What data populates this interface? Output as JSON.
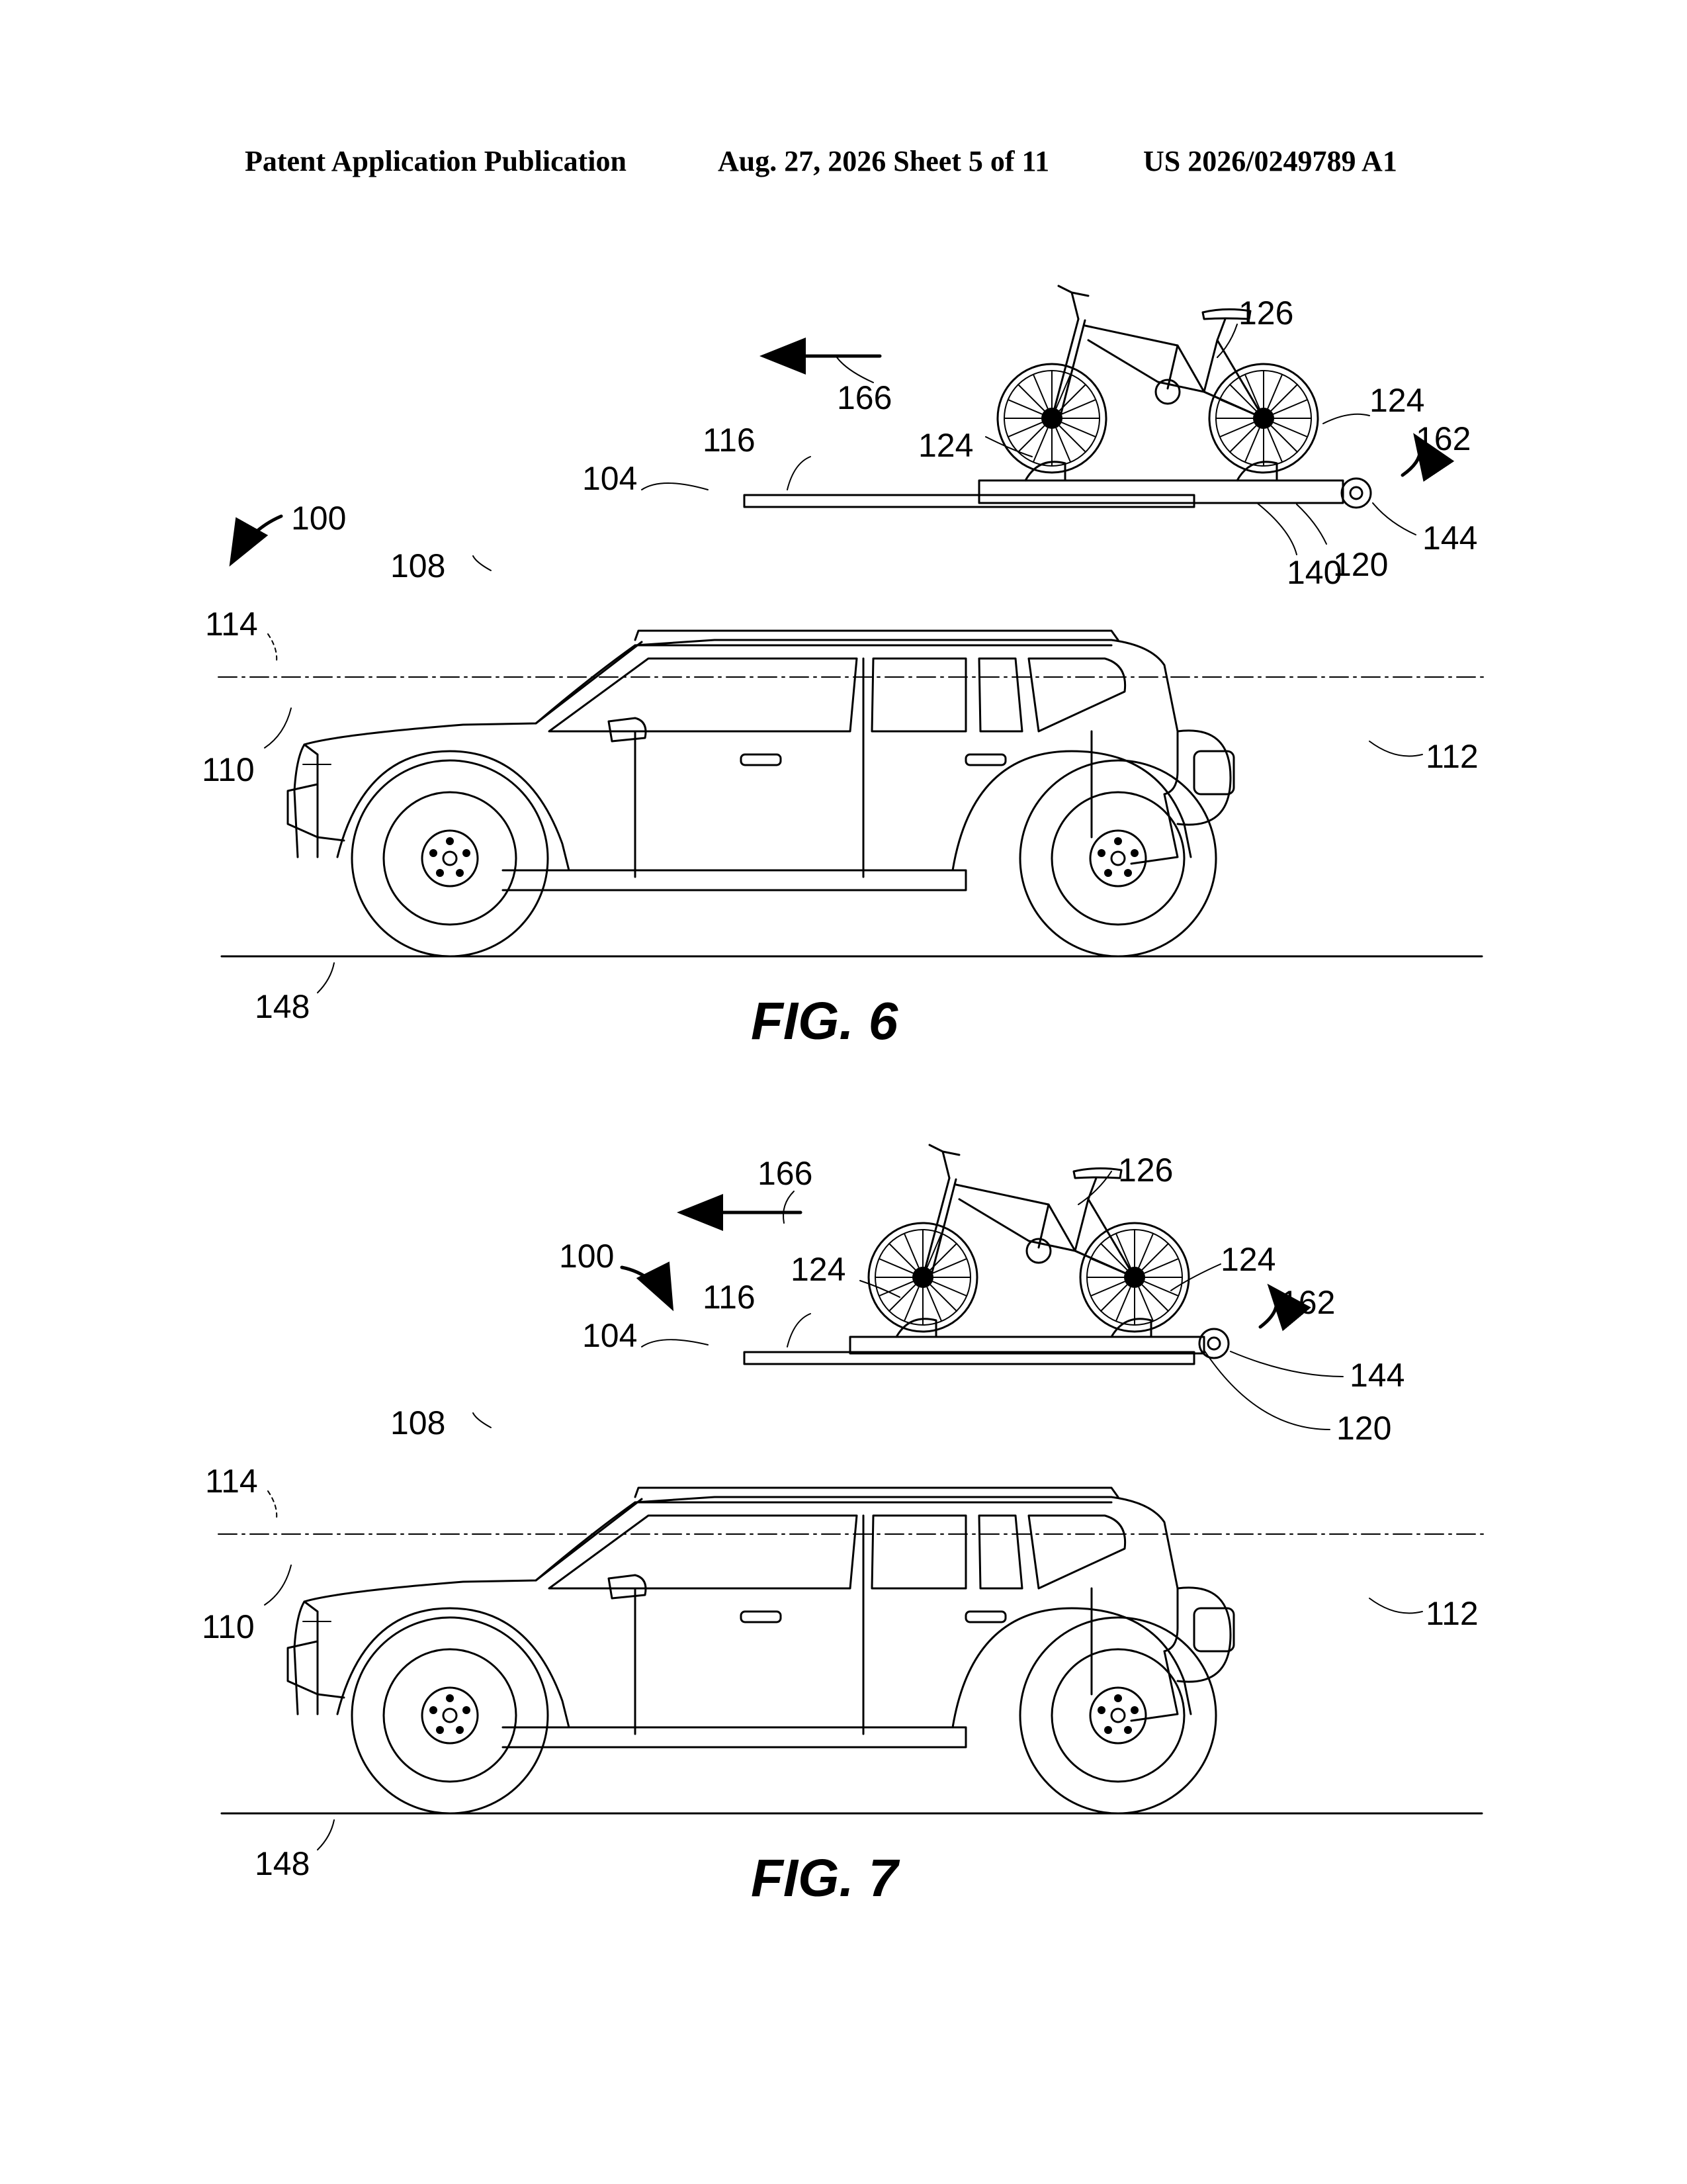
{
  "header": {
    "publication": "Patent Application Publication",
    "date_sheet": "Aug. 27, 2026  Sheet 5 of 11",
    "number": "US 2026/0249789 A1"
  },
  "figures": [
    {
      "caption": "FIG. 6",
      "labels": {
        "vehicle": "100",
        "body": "104",
        "hood": "108",
        "front": "110",
        "rear": "112",
        "axis": "114",
        "rack": "116",
        "arm": "120",
        "wheel_holder_front": "124",
        "wheel_holder_rear": "124",
        "bicycle": "126",
        "arm_link": "140",
        "pivot": "144",
        "ground": "148",
        "rotation": "162",
        "travel": "166"
      }
    },
    {
      "caption": "FIG. 7",
      "labels": {
        "vehicle": "100",
        "body": "104",
        "hood": "108",
        "front": "110",
        "rear": "112",
        "axis": "114",
        "rack": "116",
        "arm": "120",
        "wheel_holder_front": "124",
        "wheel_holder_rear": "124",
        "bicycle": "126",
        "pivot": "144",
        "ground": "148",
        "rotation": "162",
        "travel": "166"
      }
    }
  ]
}
